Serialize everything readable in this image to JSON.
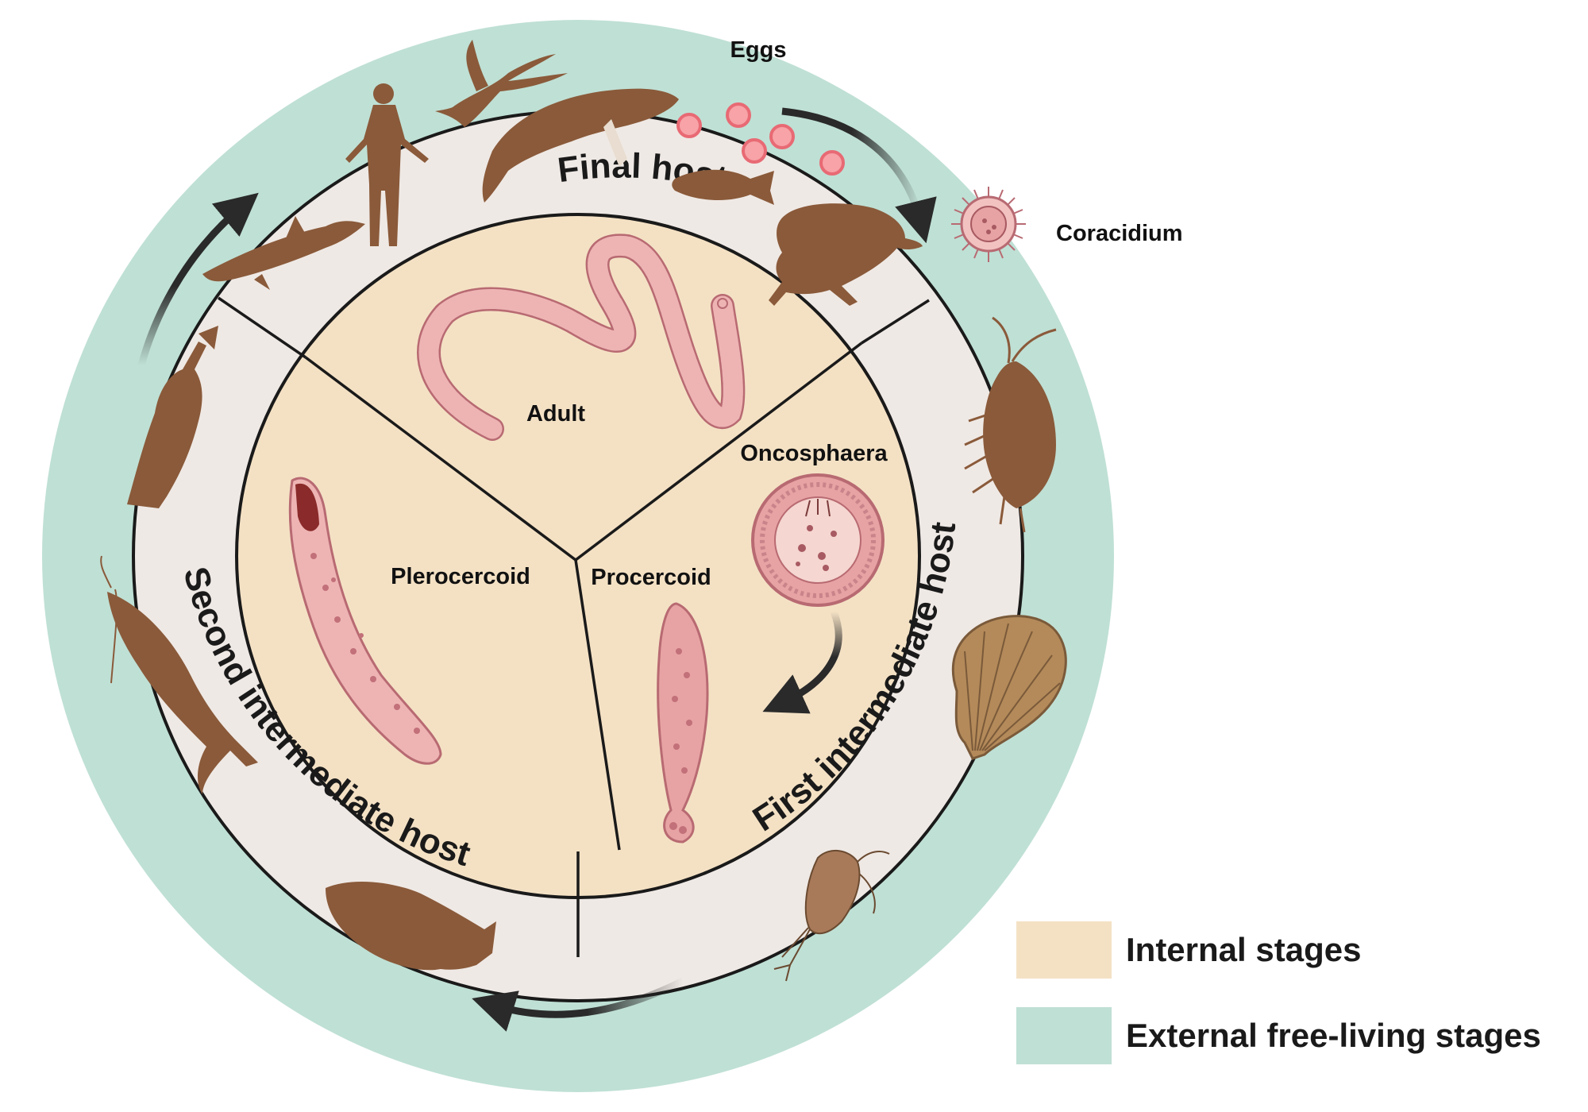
{
  "colors": {
    "internal": "#f4e1c4",
    "external": "#bfe0d5",
    "host_ring": "#efe9e5",
    "silhouette": "#8a5a3a",
    "worm": "#eeb4b4",
    "egg": "#f7a3a8",
    "arrow": "#2a2a2a"
  },
  "labels": {
    "eggs": "Eggs",
    "coracidium": "Coracidium",
    "adult": "Adult",
    "oncosphaera": "Oncosphaera",
    "procercoid": "Procercoid",
    "plerocercoid": "Plerocercoid"
  },
  "ring_labels": {
    "final_host": "Final host",
    "first_intermediate_host": "First intermediate host",
    "second_intermediate_host": "Second intermediate host"
  },
  "legend": {
    "internal": "Internal stages",
    "external": "External free-living stages"
  },
  "icons": [
    "human-icon",
    "bird-icon",
    "whale-icon",
    "fish-icon",
    "turtle-icon",
    "shark-icon",
    "bass-icon",
    "catfish-icon",
    "goby-icon",
    "amphipod-icon",
    "scallop-icon",
    "copepod-icon"
  ]
}
